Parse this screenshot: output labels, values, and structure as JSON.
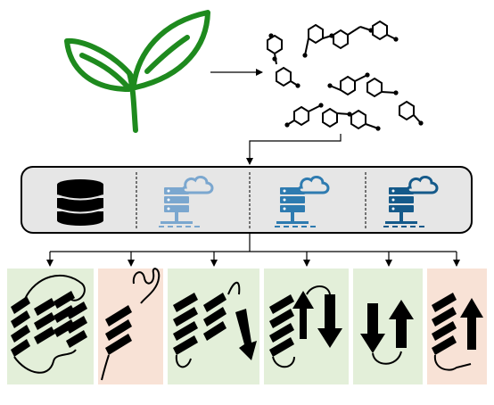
{
  "diagram": {
    "source": {
      "icon": "plant-sprout-icon",
      "color": "#1e8a1e"
    },
    "molecules": {
      "icon": "molecule-structures-icon",
      "count": 4
    },
    "pipeline": {
      "stages": [
        {
          "icon": "database-icon",
          "color": "#000000"
        },
        {
          "icon": "cloud-server-icon",
          "color": "#7ba7cf"
        },
        {
          "icon": "cloud-server-icon",
          "color": "#2e7bb0"
        },
        {
          "icon": "cloud-server-icon",
          "color": "#155a8a"
        }
      ],
      "panel_color": "#e6e6e6"
    },
    "structures": [
      {
        "name": "helical-bundle",
        "background": "#e3efd9"
      },
      {
        "name": "helix-loop",
        "background": "#f8e2d6"
      },
      {
        "name": "helix-helix-strand",
        "background": "#e3efd9"
      },
      {
        "name": "helix-strand-strand",
        "background": "#e3efd9"
      },
      {
        "name": "strand-strand",
        "background": "#e3efd9"
      },
      {
        "name": "helix-strand",
        "background": "#f8e2d6"
      }
    ]
  }
}
